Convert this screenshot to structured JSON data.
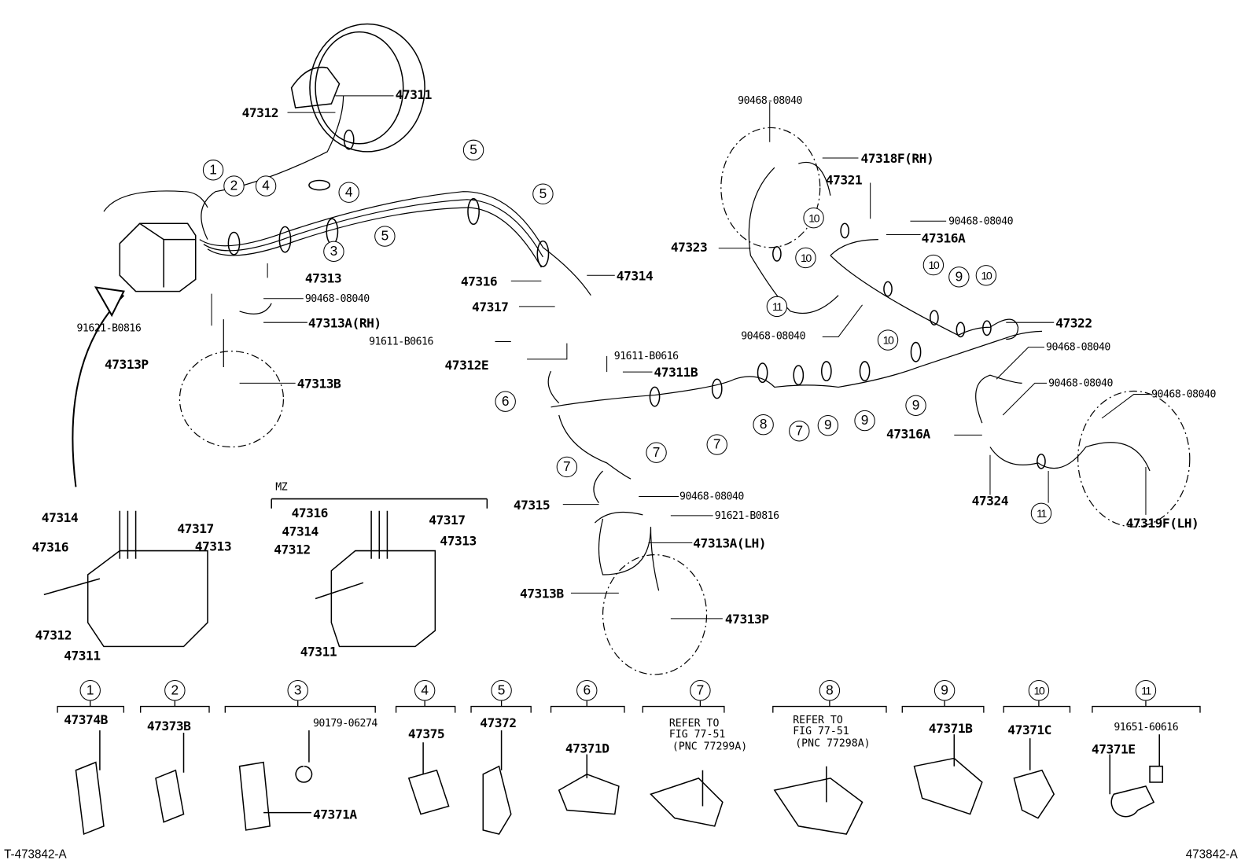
{
  "part_labels": [
    "47311",
    "47312",
    "47313",
    "90468-08040",
    "91621-B0816",
    "47313A(RH)",
    "47313P",
    "47313B",
    "47316",
    "47314",
    "47317",
    "91611-B0616",
    "47312E",
    "91611-B0616",
    "47311B",
    "47315",
    "90468-08040",
    "91621-B0816",
    "47313A(LH)",
    "47313B",
    "47313P",
    "90468-08040",
    "47318F(RH)",
    "47321",
    "90468-08040",
    "47316A",
    "47323",
    "90468-08040",
    "47322",
    "90468-08040",
    "90468-08040",
    "90468-08040",
    "47316A",
    "47324",
    "47319F(LH)"
  ],
  "circle_refs": [
    "1",
    "2",
    "4",
    "4",
    "5",
    "5",
    "5",
    "3",
    "6",
    "7",
    "7",
    "7",
    "8",
    "7",
    "9",
    "9",
    "9",
    "10",
    "10",
    "11",
    "10",
    "9",
    "10",
    "10",
    "11"
  ],
  "inset_abs": {
    "labels": [
      "47314",
      "47317",
      "47316",
      "47313",
      "47312",
      "47311"
    ]
  },
  "inset_mz": {
    "title": "MZ",
    "labels": [
      "47316",
      "47317",
      "47314",
      "47313",
      "47312",
      "47311"
    ]
  },
  "legend": [
    {
      "ref": "1",
      "parts": [
        "47374B"
      ]
    },
    {
      "ref": "2",
      "parts": [
        "47373B"
      ]
    },
    {
      "ref": "3",
      "parts": [
        "90179-06274",
        "47371A"
      ]
    },
    {
      "ref": "4",
      "parts": [
        "47375"
      ]
    },
    {
      "ref": "5",
      "parts": [
        "47372"
      ]
    },
    {
      "ref": "6",
      "parts": [
        "47371D"
      ]
    },
    {
      "ref": "7",
      "note": [
        "REFER TO",
        "FIG 77-51",
        "(PNC 77299A)"
      ]
    },
    {
      "ref": "8",
      "note": [
        "REFER TO",
        "FIG 77-51",
        "(PNC 77298A)"
      ]
    },
    {
      "ref": "9",
      "parts": [
        "47371B"
      ]
    },
    {
      "ref": "10",
      "parts": [
        "47371C"
      ]
    },
    {
      "ref": "11",
      "parts": [
        "91651-60616",
        "47371E"
      ]
    }
  ],
  "footer": {
    "left": "T-473842-A",
    "right": "473842-A"
  }
}
